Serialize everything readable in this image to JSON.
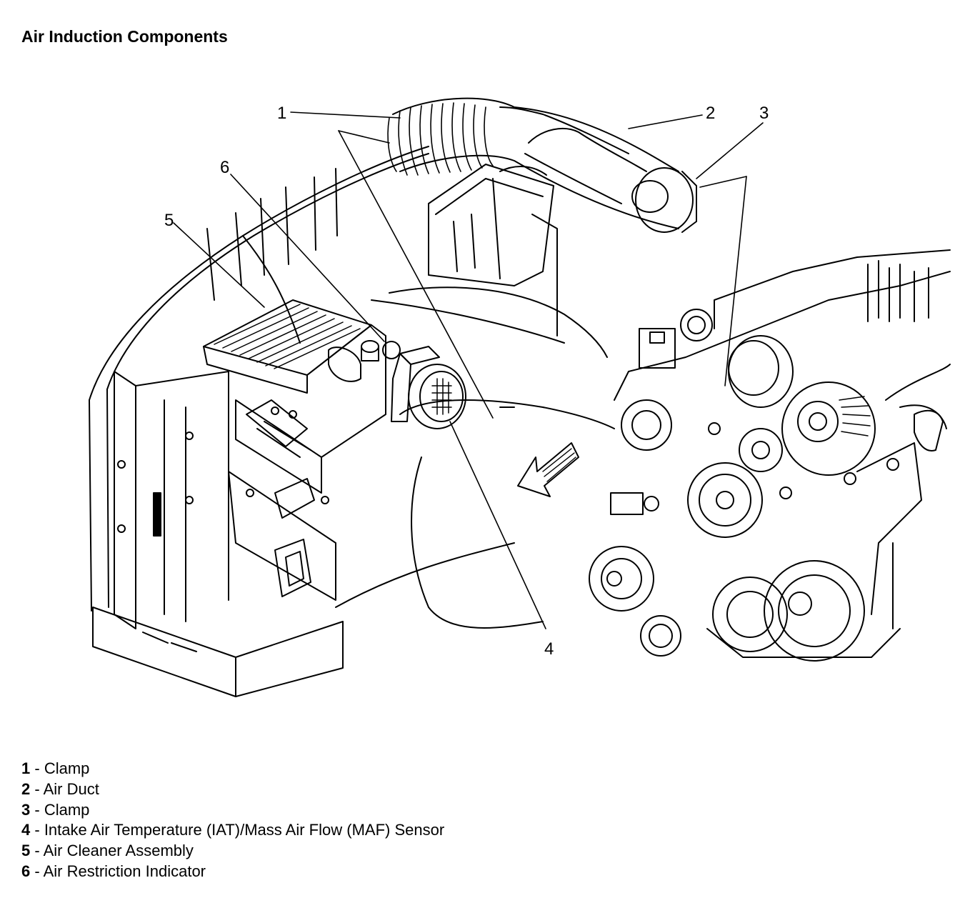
{
  "title": "Air Induction Components",
  "callouts": [
    "1",
    "2",
    "3",
    "4",
    "5",
    "6"
  ],
  "legend": [
    {
      "num": "1",
      "sep": " - ",
      "text": "Clamp"
    },
    {
      "num": "2",
      "sep": " - ",
      "text": "Air Duct"
    },
    {
      "num": "3",
      "sep": " - ",
      "text": "Clamp"
    },
    {
      "num": "4",
      "sep": " - ",
      "text": "Intake Air Temperature (IAT)/Mass Air Flow (MAF) Sensor"
    },
    {
      "num": "5",
      "sep": " - ",
      "text": "Air Cleaner Assembly"
    },
    {
      "num": "6",
      "sep": " - ",
      "text": "Air Restriction Indicator"
    }
  ]
}
